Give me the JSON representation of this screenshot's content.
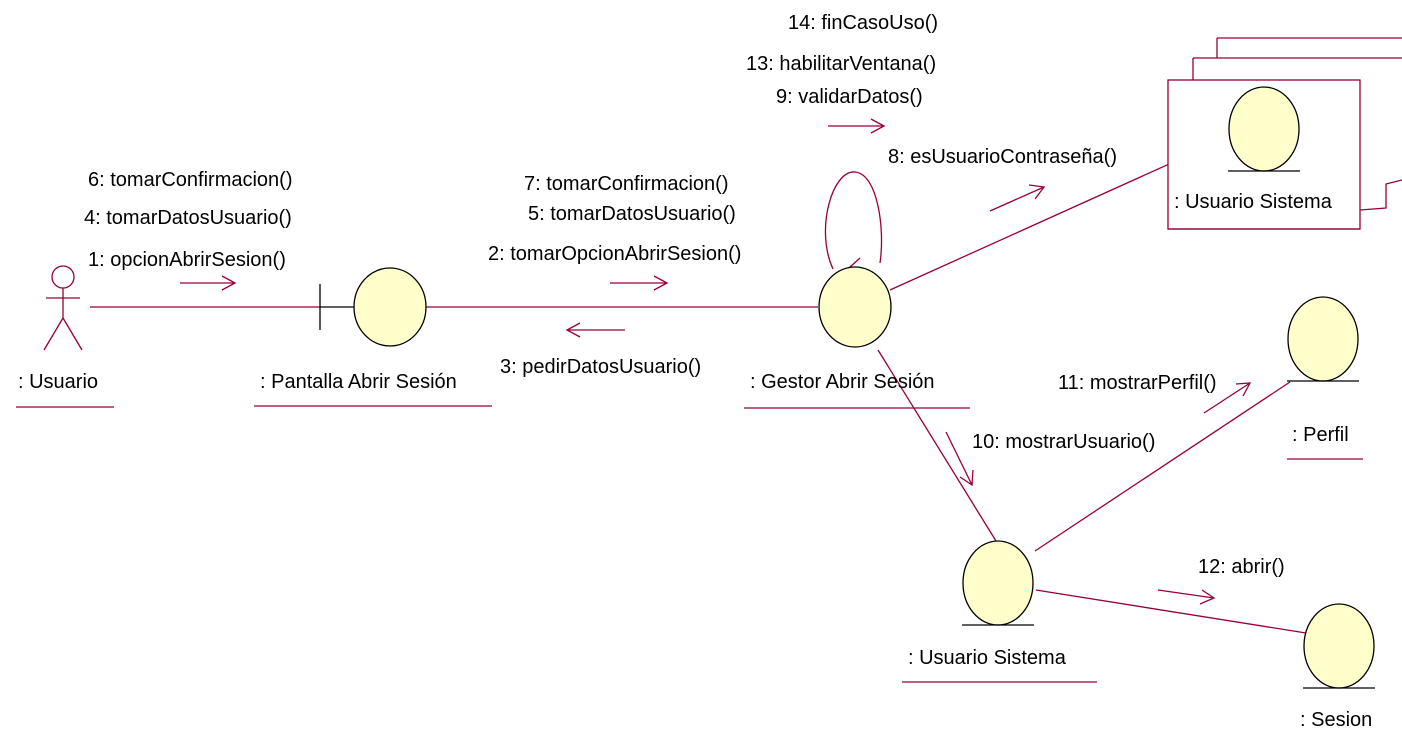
{
  "colors": {
    "line": "#990033",
    "object_fill": "#ffffcc",
    "object_stroke": "#000000",
    "text": "#000000"
  },
  "objects": {
    "usuario": ": Usuario",
    "pantalla": ": Pantalla Abrir Sesión",
    "gestor": ": Gestor Abrir Sesión",
    "usuario_sistema_multi": ": Usuario Sistema",
    "perfil": ": Perfil",
    "usuario_sistema": ": Usuario Sistema",
    "sesion": ": Sesion"
  },
  "messages": {
    "m1": "1: opcionAbrirSesion()",
    "m2": "2: tomarOpcionAbrirSesion()",
    "m3": "3: pedirDatosUsuario()",
    "m4": "4: tomarDatosUsuario()",
    "m5": "5: tomarDatosUsuario()",
    "m6": "6: tomarConfirmacion()",
    "m7": "7: tomarConfirmacion()",
    "m8": "8: esUsuarioContraseña()",
    "m9": "9: validarDatos()",
    "m10": "10: mostrarUsuario()",
    "m11": "11: mostrarPerfil()",
    "m12": "12: abrir()",
    "m13": "13: habilitarVentana()",
    "m14": "14: finCasoUso()"
  }
}
